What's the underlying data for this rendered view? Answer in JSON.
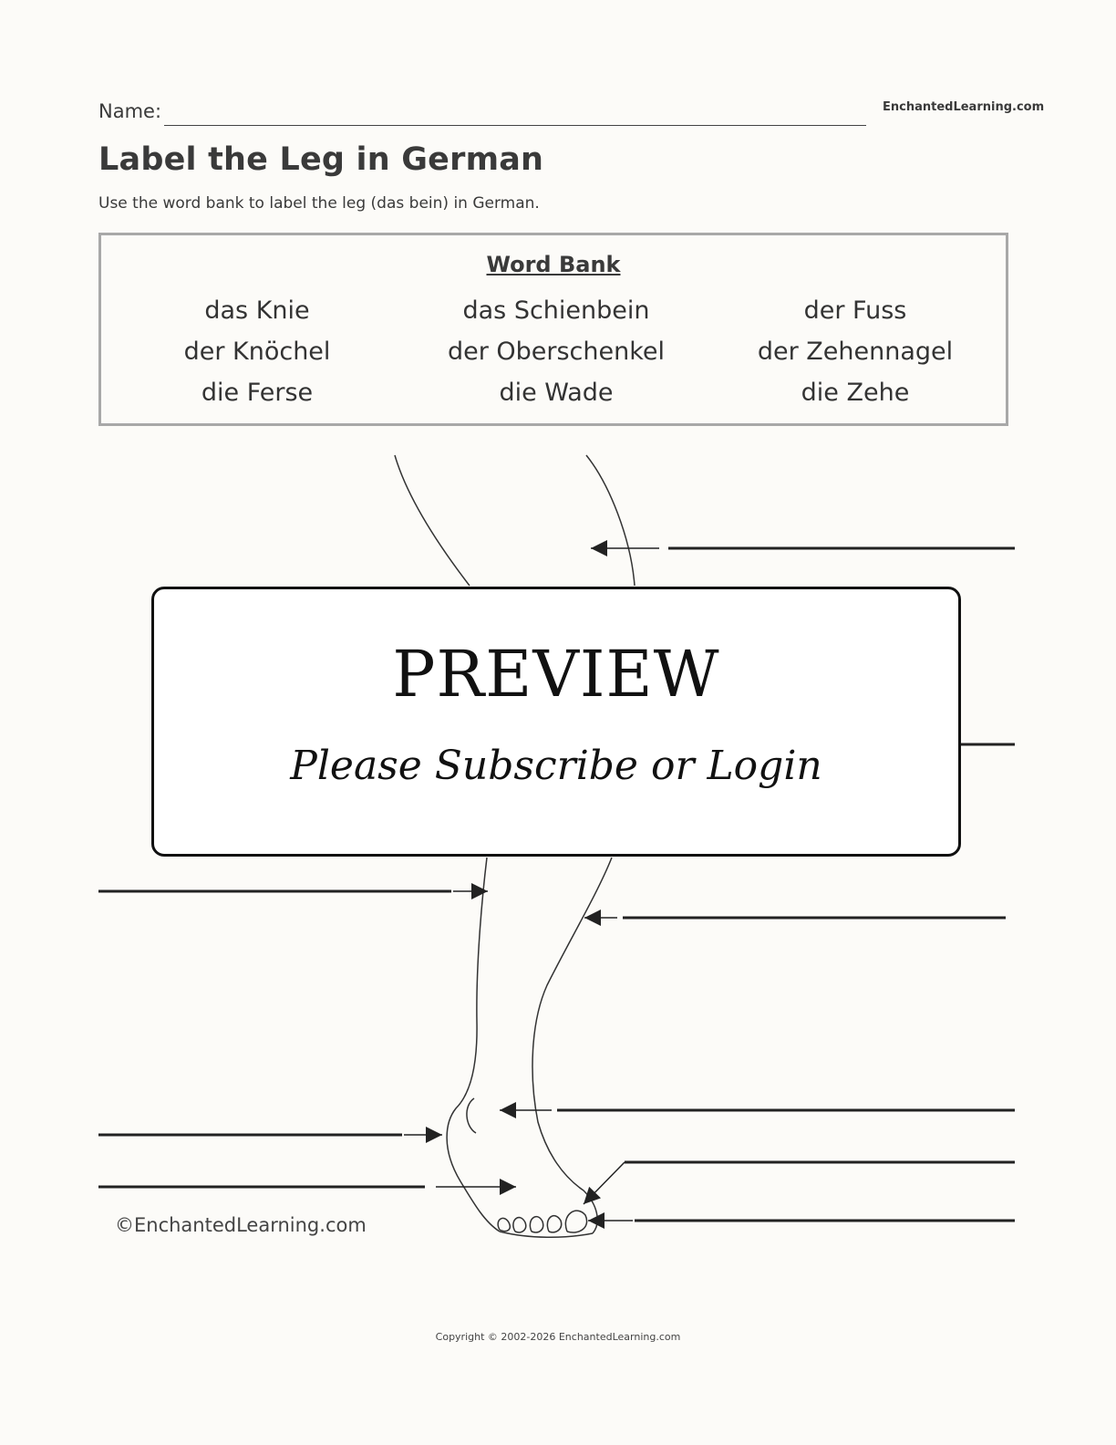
{
  "header": {
    "name_label": "Name:",
    "brand": "EnchantedLearning.com"
  },
  "title": "Label the Leg in German",
  "instructions": "Use the word bank to label the leg (das bein) in German.",
  "word_bank": {
    "title": "Word Bank",
    "columns": [
      [
        "das Knie",
        "der Knöchel",
        "die Ferse"
      ],
      [
        "das Schienbein",
        "der Oberschenkel",
        "die Wade"
      ],
      [
        "der Fuss",
        "der Zehennagel",
        "die Zehe"
      ]
    ]
  },
  "preview": {
    "title": "PREVIEW",
    "subtitle": "Please Subscribe or Login"
  },
  "image_credit": "©EnchantedLearning.com",
  "footer": {
    "copyright": "Copyright © 2002-2026 EnchantedLearning.com"
  }
}
